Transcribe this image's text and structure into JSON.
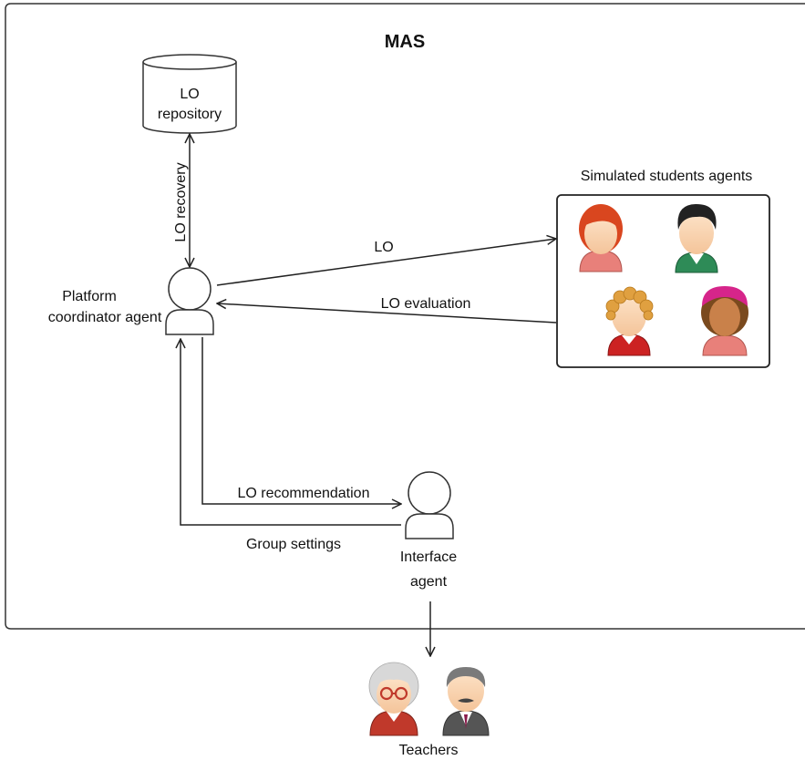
{
  "title": "MAS",
  "repository": {
    "line1": "LO",
    "line2": "repository"
  },
  "edges": {
    "lo_recovery": "LO recovery",
    "lo": "LO",
    "lo_evaluation": "LO evaluation",
    "lo_recommendation": "LO recommendation",
    "group_settings": "Group settings"
  },
  "platform_agent": {
    "line1": "Platform",
    "line2": "coordinator agent"
  },
  "interface_agent": {
    "line1": "Interface",
    "line2": "agent"
  },
  "students_box": {
    "label": "Simulated students agents"
  },
  "teachers": {
    "label": "Teachers"
  },
  "colors": {
    "stroke": "#222222",
    "student_red_hair": "#d9461f",
    "student_green_shirt": "#2e8b57",
    "student_red_shirt": "#cc2222",
    "student_pink_shirt": "#e8807a",
    "teacher_female_shirt": "#c0392b",
    "teacher_male_suit": "#555555"
  }
}
